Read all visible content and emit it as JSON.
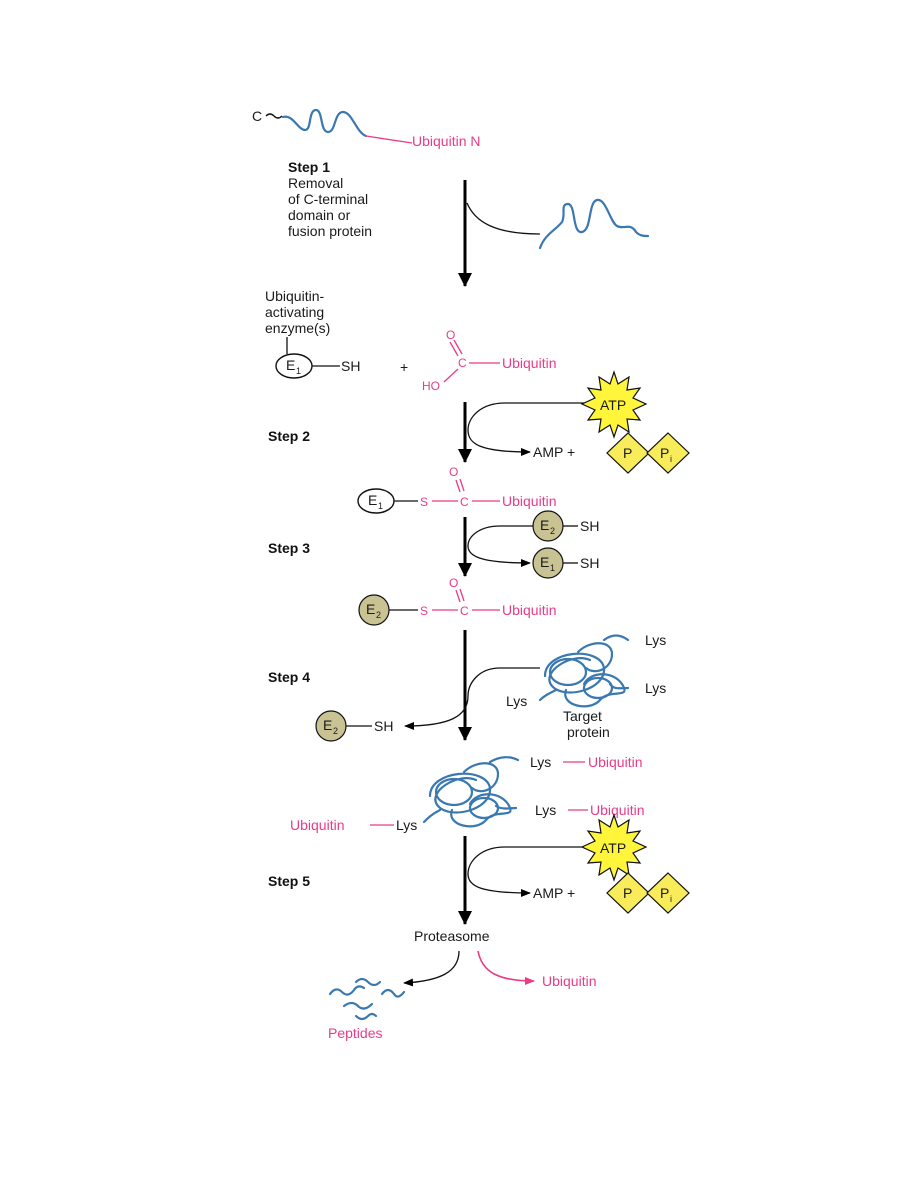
{
  "colors": {
    "accent_pink": "#ea3b88",
    "protein_blue": "#3a78b0",
    "e2_olive": "#c9c393",
    "atp_yellow": "#fff53a",
    "pi_yellow": "#f8ec5a"
  },
  "top": {
    "c_label": "C",
    "ubiquitin_n": "Ubiquitin N"
  },
  "step1": {
    "title": "Step 1",
    "desc": [
      "Removal",
      "of C-terminal",
      "domain or",
      "fusion protein"
    ]
  },
  "enzyme": {
    "label": [
      "Ubiquitin-",
      "activating",
      "enzyme(s)"
    ]
  },
  "e1": {
    "letter": "E",
    "sub": "1"
  },
  "e2": {
    "letter": "E",
    "sub": "2"
  },
  "sh": "SH",
  "plus": "+",
  "atoms": {
    "o": "O",
    "c": "C",
    "ho": "HO",
    "s": "S"
  },
  "ubiquitin": "Ubiquitin",
  "atp": "ATP",
  "amp": "AMP +",
  "pp": {
    "p": "P",
    "pi": "P",
    "pi_sub": "i"
  },
  "step2": {
    "title": "Step 2"
  },
  "step3": {
    "title": "Step 3"
  },
  "step4": {
    "title": "Step 4"
  },
  "step5": {
    "title": "Step 5"
  },
  "lys": "Lys",
  "target": [
    "Target",
    "protein"
  ],
  "proteasome": "Proteasome",
  "peptides": "Peptides"
}
